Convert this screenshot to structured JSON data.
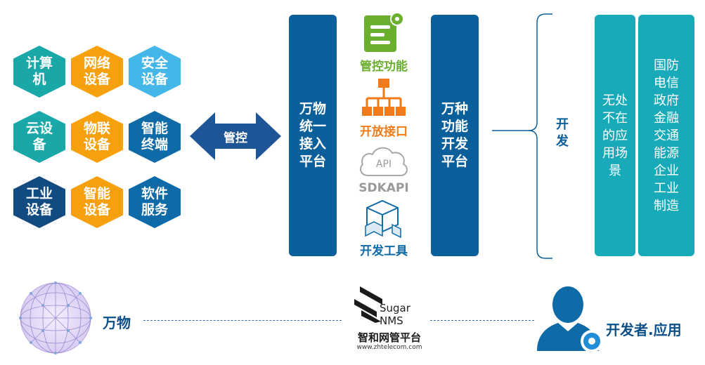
{
  "devices": [
    {
      "label": "计算机",
      "color": "#19a7a8"
    },
    {
      "label": "网络设备",
      "color": "#f5a00c"
    },
    {
      "label": "安全设备",
      "color": "#45b6e8"
    },
    {
      "label": "云设备",
      "color": "#19a7a8"
    },
    {
      "label": "物联设备",
      "color": "#f5a00c"
    },
    {
      "label": "智能终端",
      "color": "#0f6aa8"
    },
    {
      "label": "工业设备",
      "color": "#124a82"
    },
    {
      "label": "智能设备",
      "color": "#f5a00c"
    },
    {
      "label": "软件服务",
      "color": "#0f6aa8"
    }
  ],
  "arrow_label": "管控",
  "platform_left": "万物统一接入平台",
  "platform_right": "万种功能开发平台",
  "features": [
    {
      "label": "管控功能",
      "color": "#6aaf2d",
      "icon": "document-gear-icon"
    },
    {
      "label": "开放接口",
      "color": "#f07b18",
      "icon": "hierarchy-icon"
    },
    {
      "label": "SDKAPI",
      "color": "#9a9a9a",
      "icon": "cloud-api-icon",
      "cloud_text": "API"
    },
    {
      "label": "开发工具",
      "color": "#0f6aa8",
      "icon": "cubes-icon"
    }
  ],
  "kaifa": "开发",
  "scenario_box": "无处不在的应用场景",
  "industry_box": [
    "国防",
    "电信",
    "政府",
    "金融",
    "交通",
    "能源",
    "企业",
    "工业",
    "制造"
  ],
  "bottom": {
    "left_label": "万物",
    "right_label": "开发者.应用",
    "logo_sugar": "Sugar",
    "logo_nms": "NMS",
    "logo_cn": "智和网管平台",
    "logo_url": "www.zhtelecom.com"
  },
  "colors": {
    "primary_blue": "#0b5f9a",
    "teal": "#18aab8",
    "orange": "#f5a00c"
  }
}
